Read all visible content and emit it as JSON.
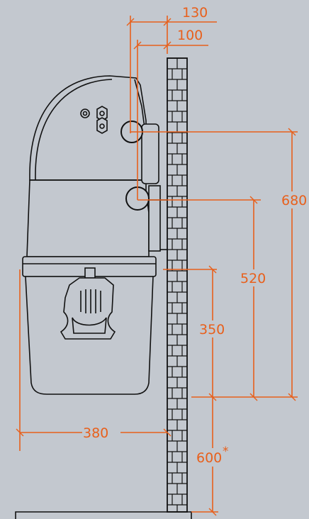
{
  "diagram": {
    "colors": {
      "background": "#c3c8cf",
      "dimension": "#e8601c",
      "outline": "#111111",
      "device_fill": "#c3c8cf"
    },
    "dimensions": {
      "d130": "130",
      "d100": "100",
      "d680": "680",
      "d520": "520",
      "d350": "350",
      "d380": "380",
      "d600": "600",
      "d600_mark": "*"
    }
  }
}
